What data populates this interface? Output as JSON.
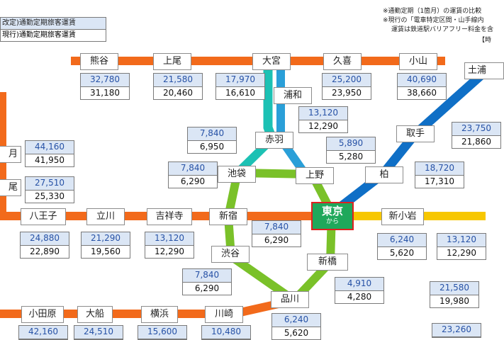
{
  "legend": {
    "new": "改定)通勤定期旅客運賃",
    "current": "現行)通勤定期旅客運賃"
  },
  "notes": [
    "※通勤定期（1箇月）の運賃の比較",
    "※現行の「電車特定区間・山手線内",
    "運賃は鉄道駅バリアフリー料金を含"
  ],
  "notes_tag": "【時",
  "origin": {
    "name": "東京",
    "sub": "から"
  },
  "colors": {
    "chuo": "#f26a1b",
    "keihin": "#1cc1b4",
    "yamanote": "#7ac129",
    "joban": "#0f6fc6",
    "sobu": "#f7c700",
    "tokaido": "#f26a1b"
  },
  "stations": {
    "kumagaya": "熊谷",
    "ageo": "上尾",
    "omiya": "大宮",
    "kuki": "久喜",
    "oyama": "小山",
    "tsuchiura": "土浦",
    "urawa": "浦和",
    "akabane": "赤羽",
    "ikebukuro": "池袋",
    "ueno": "上野",
    "kashiwa": "柏",
    "toride": "取手",
    "hachioji": "八王子",
    "tachikawa": "立川",
    "kichijoji": "吉祥寺",
    "shinjuku": "新宿",
    "shinkoiwa": "新小岩",
    "shibuya": "渋谷",
    "shimbashi": "新橋",
    "shinagawa": "品川",
    "odawara": "小田原",
    "ofuna": "大船",
    "yokohama": "横浜",
    "kawasaki": "川崎",
    "left1": "月",
    "left2": "尾"
  },
  "fares": {
    "kumagaya": {
      "new": "32,780",
      "old": "31,180"
    },
    "ageo": {
      "new": "21,580",
      "old": "20,460"
    },
    "omiya": {
      "new": "17,970",
      "old": "16,610"
    },
    "kuki": {
      "new": "25,200",
      "old": "23,950"
    },
    "oyama": {
      "new": "40,690",
      "old": "38,660"
    },
    "urawa": {
      "new": "13,120",
      "old": "12,290"
    },
    "akabane": {
      "new": "7,840",
      "old": "6,950"
    },
    "ueno": {
      "new": "5,890",
      "old": "5,280"
    },
    "ikebukuro": {
      "new": "7,840",
      "old": "6,290"
    },
    "toride": {
      "new": "23,750",
      "old": "21,860"
    },
    "kashiwa": {
      "new": "18,720",
      "old": "17,310"
    },
    "left1": {
      "new": "44,160",
      "old": "41,950"
    },
    "left2": {
      "new": "27,510",
      "old": "25,330"
    },
    "hachioji": {
      "new": "24,880",
      "old": "22,890"
    },
    "tachikawa": {
      "new": "21,290",
      "old": "19,560"
    },
    "kichijoji": {
      "new": "13,120",
      "old": "12,290"
    },
    "shinjuku": {
      "new": "7,840",
      "old": "6,290"
    },
    "shinkoiwa": {
      "new": "6,240",
      "old": "5,620"
    },
    "right1": {
      "new": "13,120",
      "old": "12,290"
    },
    "shibuya": {
      "new": "7,840",
      "old": "6,290"
    },
    "shimbashi": {
      "new": "4,910",
      "old": "4,280"
    },
    "right2": {
      "new": "21,580",
      "old": "19,980"
    },
    "shinagawa": {
      "new": "6,240",
      "old": "5,620"
    },
    "odawara": {
      "new": "42,160"
    },
    "ofuna": {
      "new": "24,510"
    },
    "yokohama": {
      "new": "15,600"
    },
    "kawasaki": {
      "new": "10,480"
    },
    "right3": {
      "new": "23,260"
    }
  }
}
